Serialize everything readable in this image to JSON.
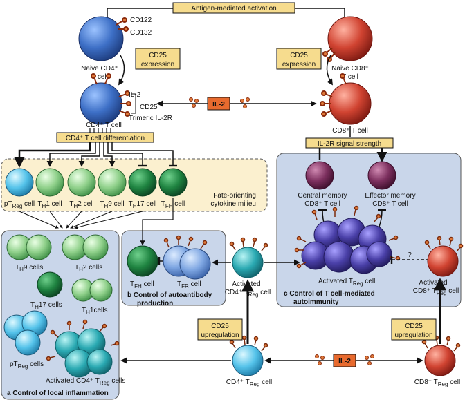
{
  "top_arrow_label": "Antigen-mediated activation",
  "receptors": {
    "cd122": "CD122",
    "cd132": "CD132",
    "il2": "IL-2",
    "cd25": "CD25",
    "trimeric": "Trimeric IL-2R"
  },
  "cells": {
    "naive_cd4": [
      "Naive CD4⁺",
      "T cell"
    ],
    "naive_cd8": [
      "Naive CD8⁺",
      "T cell"
    ],
    "cd4_t": "CD4⁺ T cell",
    "cd8_t": "CD8⁺ T cell",
    "central_memory": [
      "Central memory",
      "CD8⁺ T cell"
    ],
    "effector_memory": [
      "Effector memory",
      "CD8⁺ T cell"
    ],
    "activated_treg_c": "Activated T",
    "activated_cd4_treg": [
      "Activated",
      "CD4⁺ T",
      "cell"
    ],
    "activated_cd8_treg": [
      "Activated",
      "CD8⁺ T",
      "cell"
    ],
    "cd4_treg": "CD4⁺ T",
    "cd8_treg": "CD8⁺ T",
    "cell_word": "cell",
    "reg_sub": "Reg",
    "tfh": "T",
    "tfh_sub": "FH",
    "tfr": "T",
    "tfr_sub": "FR",
    "question": "?"
  },
  "boxes": {
    "cd25_expression": [
      "CD25",
      "expression"
    ],
    "cd25_upregulation": [
      "CD25",
      "upregulation"
    ],
    "il2_box": "IL-2",
    "cd4_diff": "CD4⁺ T cell differentiation",
    "il2r_strength": "IL-2R signal strength"
  },
  "fate": {
    "milieu": [
      "Fate-orienting",
      "cytokine milieu"
    ],
    "subsets": [
      {
        "main": "pT",
        "sub": "Reg",
        "after": " cell"
      },
      {
        "main": "T",
        "sub": "H",
        "after": "1 cell"
      },
      {
        "main": "T",
        "sub": "H",
        "after": "2 cell"
      },
      {
        "main": "T",
        "sub": "H",
        "after": "9 cell"
      },
      {
        "main": "T",
        "sub": "H",
        "after": "17 cell"
      },
      {
        "main": "T",
        "sub": "FH",
        "after": " cell"
      }
    ]
  },
  "panel_a": {
    "title": "a Control of local inflammation",
    "th9": [
      "T",
      "H",
      "9 cells"
    ],
    "th2": [
      "T",
      "H",
      "2 cells"
    ],
    "th17": [
      "T",
      "H",
      "17 cells"
    ],
    "th1": [
      "T",
      "H",
      "1cells"
    ],
    "ptreg": [
      "pT",
      "Reg",
      " cells"
    ],
    "act_treg": [
      "Activated CD4⁺ T",
      "Reg",
      " cells"
    ]
  },
  "panel_b": {
    "title": [
      "b Control of autoantibody",
      "production"
    ]
  },
  "panel_c": {
    "title": [
      "c Control of T cell-mediated",
      "autoimmunity"
    ]
  },
  "colors": {
    "blue_cell": "#3f6fbf",
    "red_cell": "#c63a2a",
    "green_light": "#9fd39a",
    "green_dark": "#1f7a3a",
    "teal": "#2aa8b0",
    "purple": "#4a3f96",
    "panel_fill": "#c9d6ea",
    "milieu_fill": "#fbf0cf",
    "label_box": "#f6dc8e",
    "il2_box": "#e86a2e"
  }
}
